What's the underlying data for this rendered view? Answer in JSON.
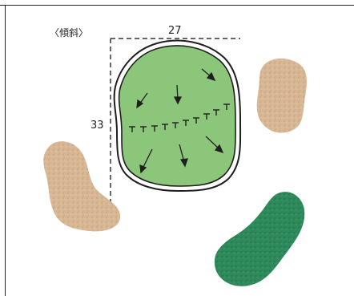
{
  "title": "〈傾斜〉",
  "dimensions": {
    "width_label": "27",
    "depth_label": "33"
  },
  "colors": {
    "green": "#8cc67a",
    "green_outline": "#1f1f1f",
    "bunker": "#d9b898",
    "pond_or_trees": "#2f8a5c",
    "dash": "#333333"
  },
  "icons": {
    "slope_arrow": "arrow-icon",
    "ridge_mark": "t-mark-icon"
  }
}
